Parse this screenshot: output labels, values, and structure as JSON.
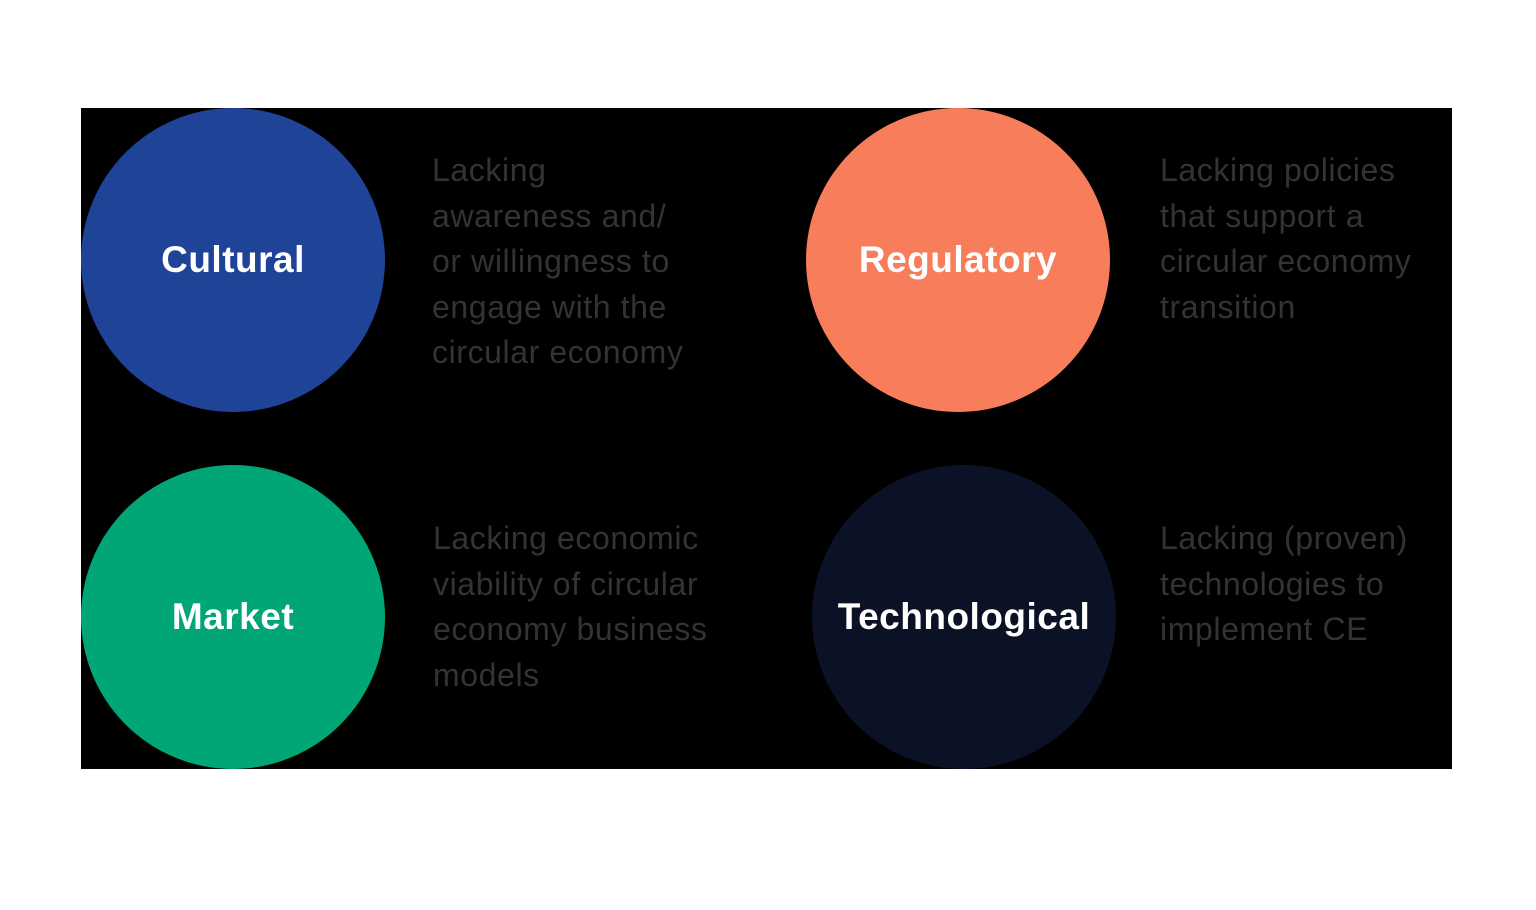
{
  "colors": {
    "panel_bg": "#000000",
    "cultural": "#1f4397",
    "regulatory": "#f87e5b",
    "market": "#00a676",
    "technological": "#0c1226",
    "description_text": "#333333"
  },
  "barriers": [
    {
      "label": "Cultural",
      "description": "Lacking\nawareness and/\nor willingness to\nengage with the\ncircular economy"
    },
    {
      "label": "Regulatory",
      "description": "Lacking policies\nthat support a\ncircular economy\ntransition"
    },
    {
      "label": "Market",
      "description": "Lacking economic\nviability of circular\neconomy business\nmodels"
    },
    {
      "label": "Technological",
      "description": "Lacking (proven)\ntechnologies to\nimplement CE"
    }
  ]
}
